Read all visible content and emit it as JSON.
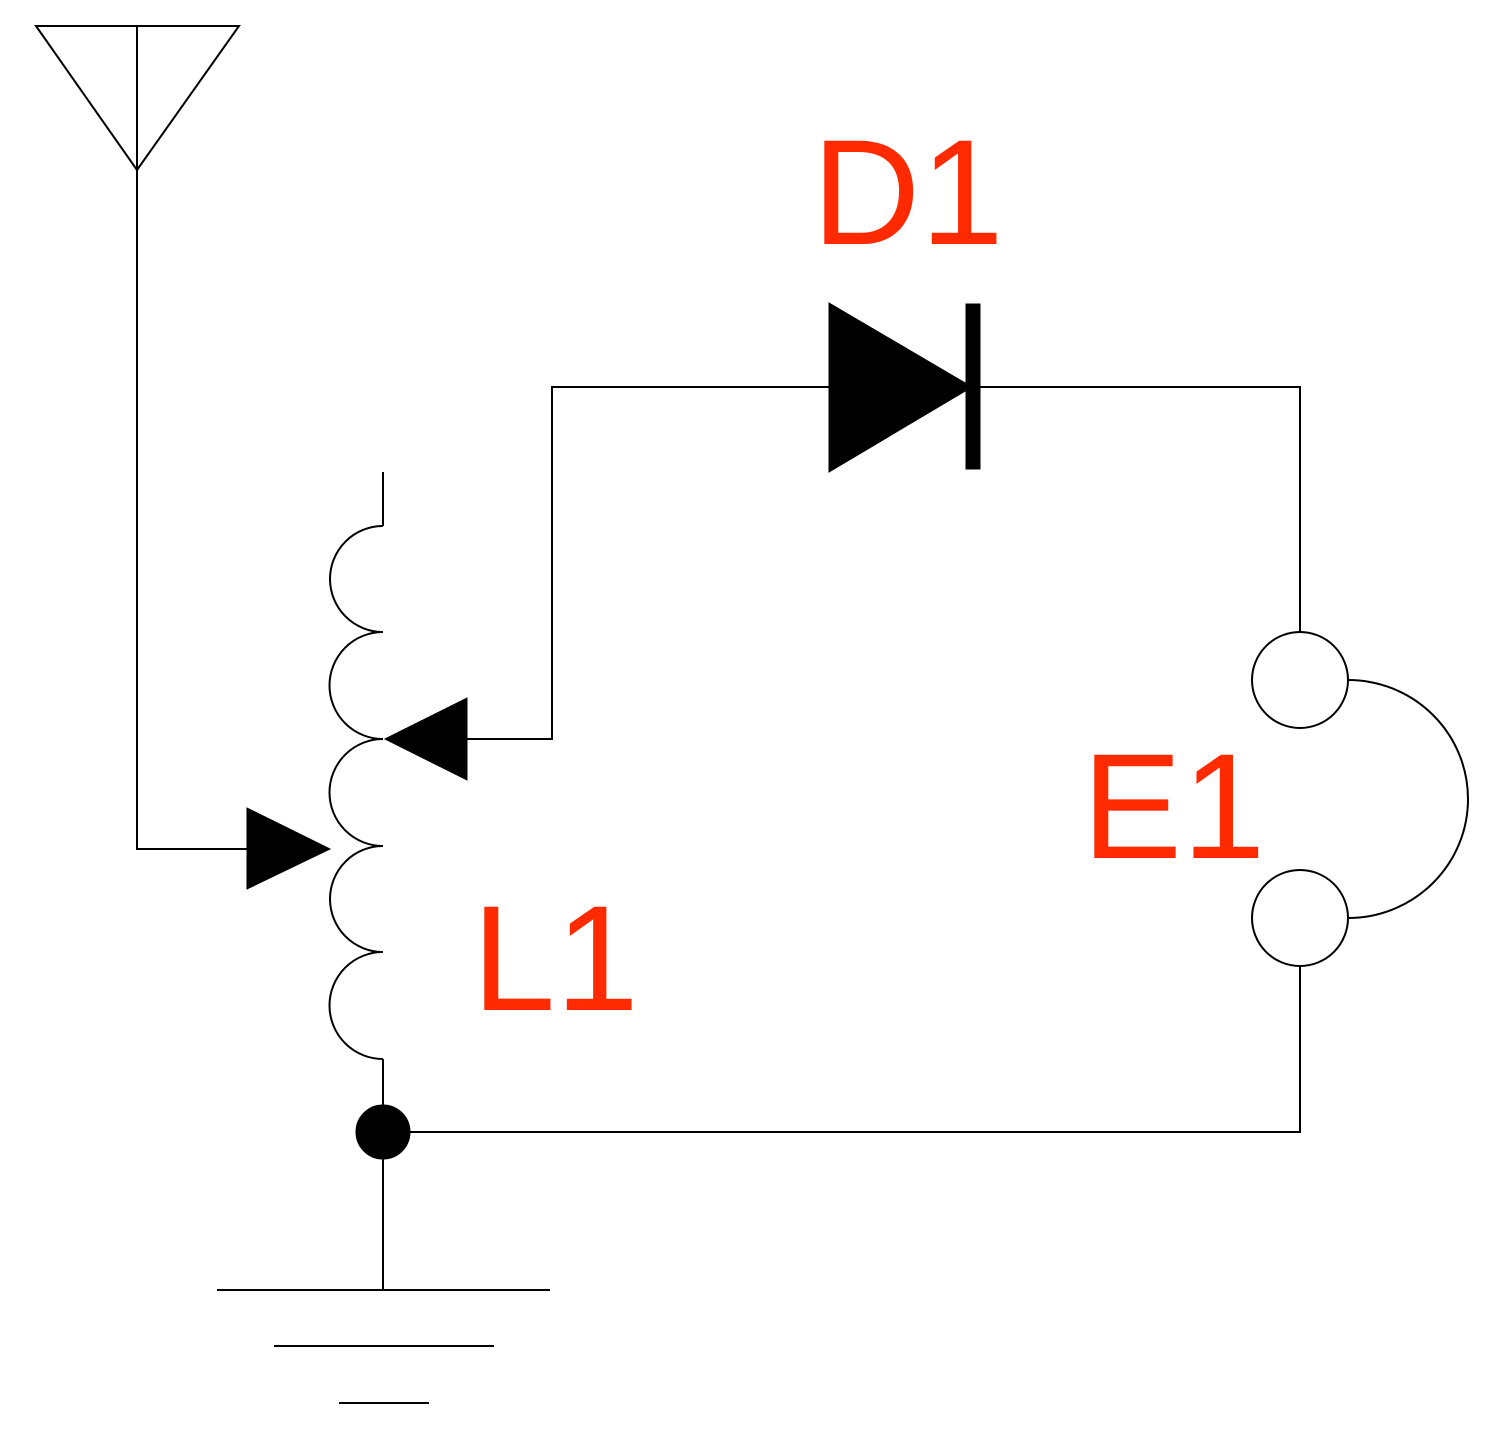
{
  "labels": {
    "diode": "D1",
    "inductor": "L1",
    "earphone": "E1"
  },
  "colors": {
    "label": "#ff2a00",
    "line": "#000000",
    "background": "#ffffff"
  }
}
